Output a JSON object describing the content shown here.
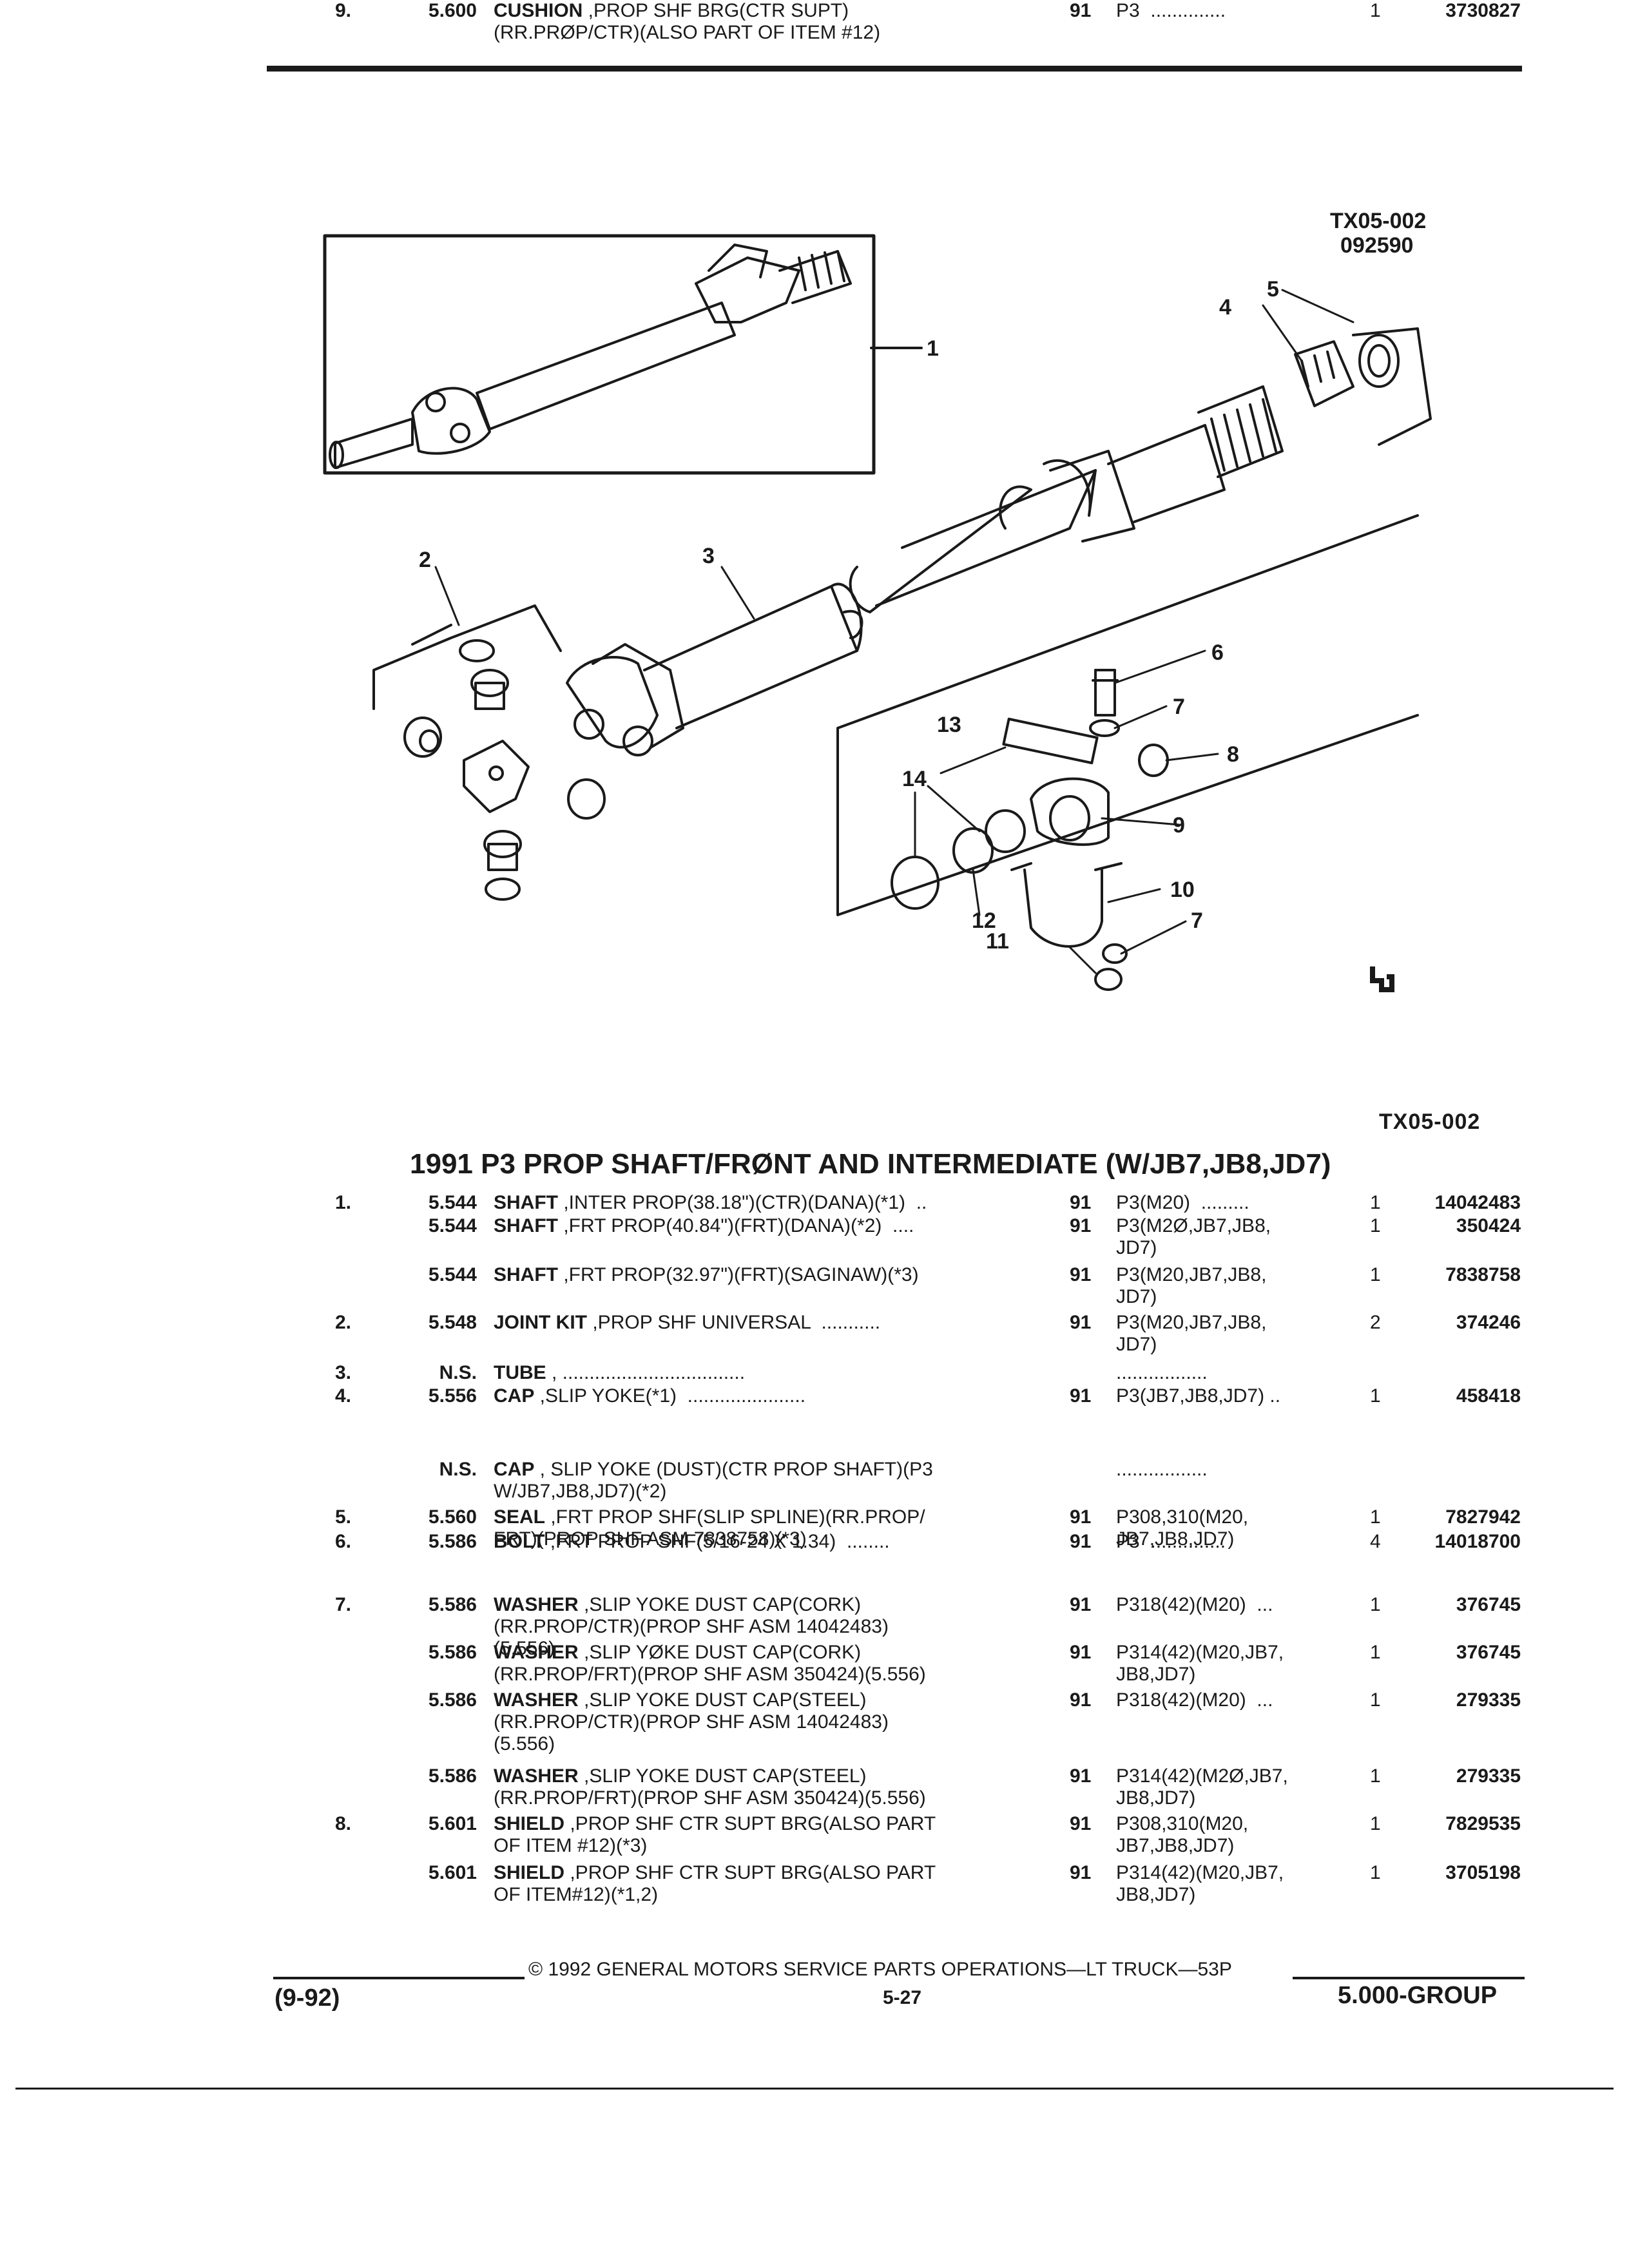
{
  "diagram": {
    "code": "TX05-002",
    "date_code": "092590",
    "callouts": [
      "1",
      "2",
      "3",
      "4",
      "5",
      "6",
      "7",
      "8",
      "9",
      "10",
      "7",
      "11",
      "12",
      "13",
      "14"
    ]
  },
  "figure_code": "TX05-002",
  "section_title": "1991 P3 PROP SHAFT/FRØNT AND INTERMEDIATE (W/JB7,JB8,JD7)",
  "rows": [
    {
      "item": "1.",
      "group": "5.544",
      "name": "SHAFT",
      "desc": " ,INTER PROP(38.18\")(CTR)(DANA)(*1)  ..",
      "year": "91",
      "model": "P3(M20)  .........",
      "qty": "1",
      "part": "14042483"
    },
    {
      "item": "",
      "group": "5.544",
      "name": "SHAFT",
      "desc": " ,FRT PROP(40.84\")(FRT)(DANA)(*2)  ....",
      "year": "91",
      "model": "P3(M2Ø,JB7,JB8,\nJD7)",
      "qty": "1",
      "part": "350424"
    },
    {
      "item": "",
      "group": "5.544",
      "name": "SHAFT",
      "desc": " ,FRT PROP(32.97\")(FRT)(SAGINAW)(*3)",
      "year": "91",
      "model": "P3(M20,JB7,JB8,\nJD7)",
      "qty": "1",
      "part": "7838758"
    },
    {
      "item": "2.",
      "group": "5.548",
      "name": "JOINT KIT",
      "desc": " ,PROP SHF UNIVERSAL  ...........",
      "year": "91",
      "model": "P3(M20,JB7,JB8,\nJD7)",
      "qty": "2",
      "part": "374246"
    },
    {
      "item": "3.",
      "group": "N.S.",
      "name": "TUBE",
      "desc": " , ..................................",
      "year": "",
      "model": ".................",
      "qty": "",
      "part": ""
    },
    {
      "item": "4.",
      "group": "5.556",
      "name": "CAP",
      "desc": " ,SLIP YOKE(*1)  ......................",
      "year": "91",
      "model": "P3(JB7,JB8,JD7) ..",
      "qty": "1",
      "part": "458418"
    },
    {
      "item": "",
      "group": "N.S.",
      "name": "CAP",
      "desc": " , SLIP YOKE (DUST)(CTR PROP SHAFT)(P3\nW/JB7,JB8,JD7)(*2)",
      "year": "",
      "model": ".................",
      "qty": "",
      "part": ""
    },
    {
      "item": "5.",
      "group": "5.560",
      "name": "SEAL",
      "desc": " ,FRT PROP SHF(SLIP SPLINE)(RR.PROP/\nFRT)(PROP SHF ASM 7838758)(*3)",
      "year": "91",
      "model": "P308,310(M20,\nJB7,JB8,JD7)",
      "qty": "1",
      "part": "7827942"
    },
    {
      "item": "6.",
      "group": "5.586",
      "name": "BOLT",
      "desc": " ,FRT PROP SHF(5/16-24 X 1.34)  ........",
      "year": "91",
      "model": "P3  ..............",
      "qty": "4",
      "part": "14018700"
    },
    {
      "item": "7.",
      "group": "5.586",
      "name": "WASHER",
      "desc": " ,SLIP YOKE DUST CAP(CORK)\n(RR.PROP/CTR)(PROP SHF ASM 14042483)\n(5.556)",
      "year": "91",
      "model": "P318(42)(M20)  ...",
      "qty": "1",
      "part": "376745"
    },
    {
      "item": "",
      "group": "5.586",
      "name": "WASHER",
      "desc": " ,SLIP YØKE DUST CAP(CORK)\n(RR.PROP/FRT)(PROP SHF ASM 350424)(5.556)",
      "year": "91",
      "model": "P314(42)(M20,JB7,\nJB8,JD7)",
      "qty": "1",
      "part": "376745"
    },
    {
      "item": "",
      "group": "5.586",
      "name": "WASHER",
      "desc": " ,SLIP YOKE DUST CAP(STEEL)\n(RR.PROP/CTR)(PROP SHF ASM 14042483)\n(5.556)",
      "year": "91",
      "model": "P318(42)(M20)  ...",
      "qty": "1",
      "part": "279335"
    },
    {
      "item": "",
      "group": "5.586",
      "name": "WASHER",
      "desc": " ,SLIP YOKE DUST CAP(STEEL)\n(RR.PROP/FRT)(PROP SHF ASM 350424)(5.556)",
      "year": "91",
      "model": "P314(42)(M2Ø,JB7,\nJB8,JD7)",
      "qty": "1",
      "part": "279335"
    },
    {
      "item": "8.",
      "group": "5.601",
      "name": "SHIELD",
      "desc": " ,PROP SHF CTR SUPT BRG(ALSO PART\nOF ITEM #12)(*3)",
      "year": "91",
      "model": "P308,310(M20,\nJB7,JB8,JD7)",
      "qty": "1",
      "part": "7829535"
    },
    {
      "item": "",
      "group": "5.601",
      "name": "SHIELD",
      "desc": " ,PROP SHF CTR SUPT BRG(ALSO PART\nOF ITEM#12)(*1,2)",
      "year": "91",
      "model": "P314(42)(M20,JB7,\nJB8,JD7)",
      "qty": "1",
      "part": "3705198"
    },
    {
      "item": "9.",
      "group": "5.600",
      "name": "CUSHION",
      "desc": " ,PROP SHF BRG(CTR SUPT)\n(RR.PRØP/CTR)(ALSO PART OF ITEM #12)",
      "year": "91",
      "model": "P3  ..............",
      "qty": "1",
      "part": "3730827"
    }
  ],
  "footer": {
    "copyright": "©  1992  GENERAL MOTORS SERVICE PARTS OPERATIONS—LT TRUCK—53P",
    "date": "(9-92)",
    "page": "5-27",
    "group": "5.000-GROUP"
  }
}
